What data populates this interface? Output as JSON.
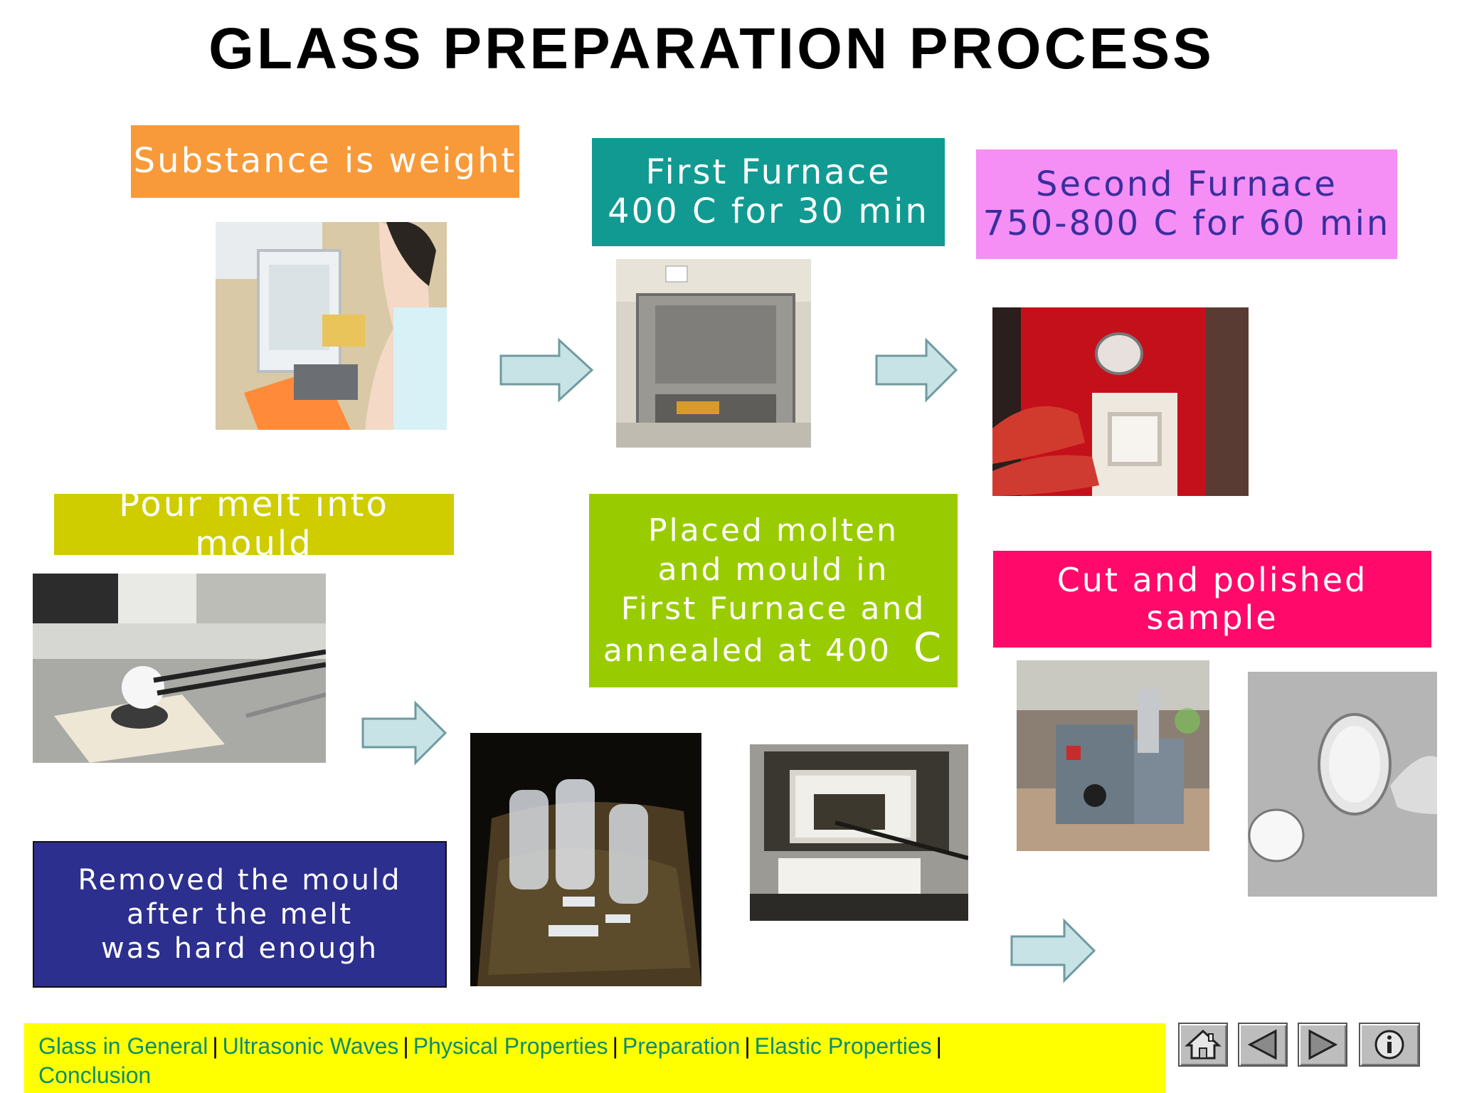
{
  "title": "GLASS PREPARATION PROCESS",
  "steps": {
    "weigh": "Substance is weight",
    "first_furnace": "First Furnace\n400 C for 30 min",
    "second_furnace": "Second Furnace\n750-800 C for 60 min",
    "pour": "Pour melt into mould",
    "anneal_text": "Placed molten\nand mould in\nFirst Furnace and\nannealed at 400",
    "anneal_unit": "C",
    "cut": "Cut and polished sample",
    "remove": "Removed the mould\nafter the melt\nwas hard enough"
  },
  "colors": {
    "weigh": "#f89a3a",
    "first_furnace": "#119a92",
    "second_furnace": "#f58ff5",
    "pour": "#cfcd00",
    "anneal": "#99cc00",
    "cut": "#ff0a6a",
    "remove": "#2c2f8d",
    "arrow": "#c7e3e5",
    "nav_bar": "#ffff00",
    "nav_link": "#0b8f6a"
  },
  "nav": {
    "links": [
      "Glass in General",
      "Ultrasonic Waves",
      "Physical Properties",
      "Preparation",
      "Elastic Properties",
      "Conclusion"
    ],
    "separator": "|"
  },
  "buttons": [
    "home-icon",
    "back-icon",
    "forward-icon",
    "info-icon"
  ]
}
